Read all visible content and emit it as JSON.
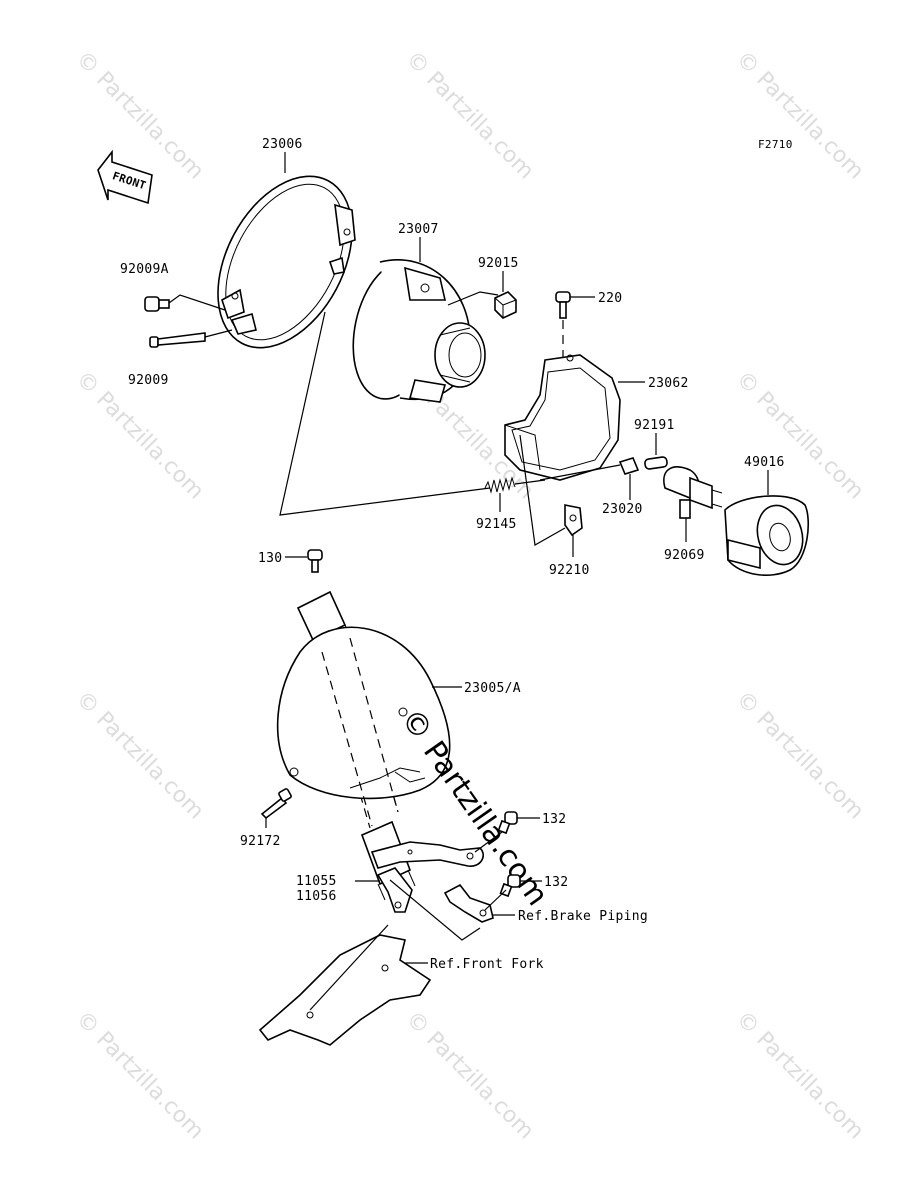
{
  "figure_code": "F2710",
  "front_arrow_label": "FRONT",
  "watermark": {
    "text": "© Partzilla.com",
    "center_text": "© Partzilla.com"
  },
  "labels": {
    "p23006": "23006",
    "p23007": "23007",
    "p92009A": "92009A",
    "p92009": "92009",
    "p92015": "92015",
    "p220": "220",
    "p23062": "23062",
    "p92191": "92191",
    "p49016": "49016",
    "p23020": "23020",
    "p92145": "92145",
    "p92210": "92210",
    "p92069": "92069",
    "p130": "130",
    "p23005A": "23005/A",
    "p92172": "92172",
    "p132a": "132",
    "p132b": "132",
    "p11055": "11055",
    "p11056": "11056",
    "ref_brake": "Ref.Brake Piping",
    "ref_fork": "Ref.Front Fork"
  }
}
